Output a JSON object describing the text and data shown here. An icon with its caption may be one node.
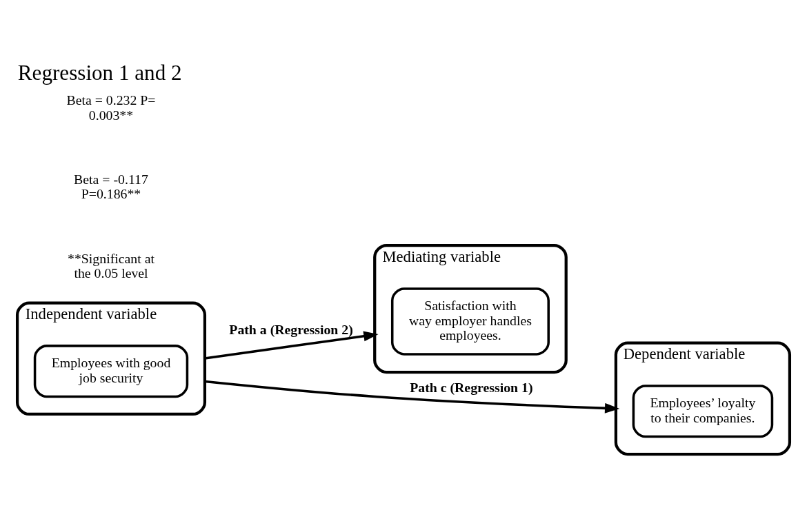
{
  "diagram": {
    "title": "Regression 1 and 2",
    "nodes": [
      {
        "text": [
          "Mediating variable"
        ]
      },
      {
        "text": [
          "Satisfaction with way employer handles employees."
        ],
        "in": 0
      },
      {
        "text": [
          "Independent variable"
        ]
      },
      {
        "text": [
          "Employees with good job security"
        ],
        "in": 2
      },
      {
        "text": [
          "Dependent variable"
        ]
      },
      {
        "text": [
          "Employees’ loyalty to their companies."
        ],
        "in": 4
      }
    ],
    "edges": [
      {
        "from": 2,
        "to": 0,
        "arrow": "to",
        "label": "Path a (Regression 2)"
      },
      {
        "from": 2,
        "to": 4,
        "arrow": "to",
        "label": "Path c (Regression 1)"
      }
    ],
    "labels": [
      "**Significant at the 0.05 level",
      "Beta = -0.117 P=0.186**",
      "Beta = 0.232 P= 0.003**"
    ]
  }
}
